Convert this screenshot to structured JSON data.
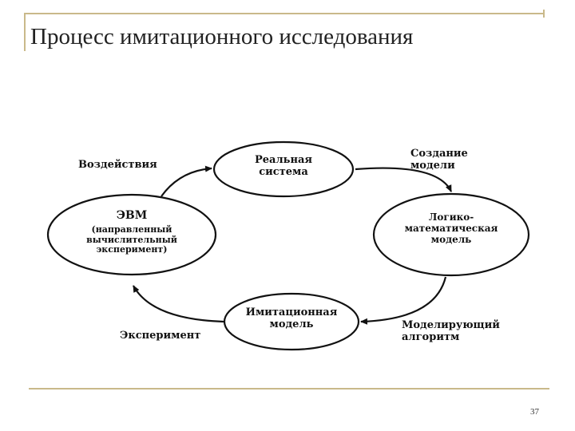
{
  "title": "Процесс имитационного исследования",
  "page_number": "37",
  "diagram": {
    "nodes": {
      "real_system": {
        "lines": [
          "Реальная",
          "система"
        ]
      },
      "evm": {
        "heading": "ЭВМ",
        "lines": [
          "(направленный",
          "вычислительный",
          "эксперимент)"
        ]
      },
      "logic_math_model": {
        "lines": [
          "Логико-",
          "математическая",
          "модель"
        ]
      },
      "simulation_model": {
        "lines": [
          "Имитационная",
          "модель"
        ]
      }
    },
    "edges": {
      "impact": "Воздействия",
      "model_creation": [
        "Создание",
        "модели"
      ],
      "modeling_algorithm": [
        "Моделирующий",
        "алгоритм"
      ],
      "experiment": "Эксперимент"
    }
  }
}
